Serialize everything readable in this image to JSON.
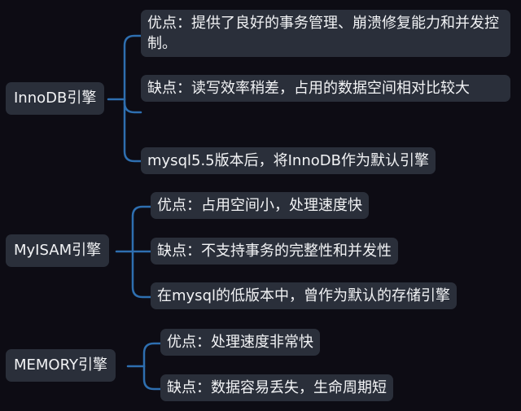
{
  "mindmap": {
    "branches": [
      {
        "label": "InnoDB引擎",
        "children": [
          "优点：提供了良好的事务管理、崩溃修复能力和并发控制。",
          "缺点：读写效率稍差，占用的数据空间相对比较大",
          "mysql5.5版本后，将InnoDB作为默认引擎"
        ]
      },
      {
        "label": "MyISAM引擎",
        "children": [
          "优点：占用空间小，处理速度快",
          "缺点：不支持事务的完整性和并发性",
          "在mysql的低版本中，曾作为默认的存储引擎"
        ]
      },
      {
        "label": "MEMORY引擎",
        "children": [
          "优点：处理速度非常快",
          "缺点：数据容易丢失，生命周期短"
        ]
      }
    ]
  },
  "colors": {
    "background": "#0d0c14",
    "node": "#2a2f3a",
    "text": "#f2f3f5",
    "connector": "#2e6fb0"
  }
}
